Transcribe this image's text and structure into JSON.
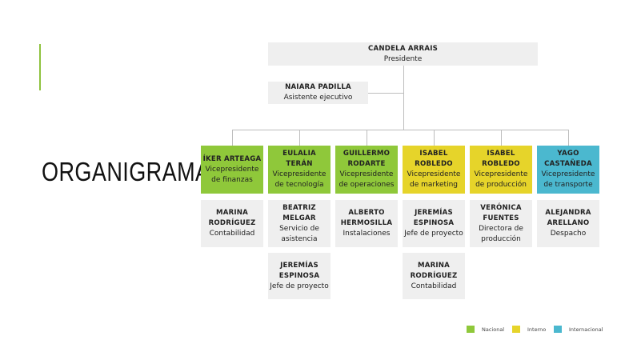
{
  "slide": {
    "title": "ORGANIGRAMA"
  },
  "colors": {
    "nacional": "#8fc83a",
    "interno": "#e6d42a",
    "internacional": "#4bb8cf",
    "gray_box": "#efefef",
    "accent": "#8fc23f"
  },
  "president": {
    "name": "CANDELA ARRAIS",
    "role": "Presidente"
  },
  "assistant": {
    "name": "NAIARA PADILLA",
    "role": "Asistente ejecutivo"
  },
  "vps": [
    {
      "name": "ÍKER ARTEAGA",
      "role": "Vicepresidente de finanzas",
      "category": "nacional"
    },
    {
      "name": "EULALIA TERÁN",
      "role": "Vicepresidente de tecnología",
      "category": "nacional"
    },
    {
      "name": "GUILLERMO RODARTE",
      "role": "Vicepresidente de operaciones",
      "category": "nacional"
    },
    {
      "name": "ISABEL ROBLEDO",
      "role": "Vicepresidente de marketing",
      "category": "interno"
    },
    {
      "name": "ISABEL ROBLEDO",
      "role": "Vicepresidente de producción",
      "category": "interno"
    },
    {
      "name": "YAGO CASTAÑEDA",
      "role": "Vicepresidente de transporte",
      "category": "internacional"
    }
  ],
  "staff": [
    [
      {
        "name": "MARINA RODRÍGUEZ",
        "role": "Contabilidad"
      }
    ],
    [
      {
        "name": "BEATRIZ MELGAR",
        "role": "Servicio de asistencia"
      },
      {
        "name": "JEREMÍAS ESPINOSA",
        "role": "Jefe de proyecto"
      }
    ],
    [
      {
        "name": "ALBERTO HERMOSILLA",
        "role": "Instalaciones"
      }
    ],
    [
      {
        "name": "JEREMÍAS ESPINOSA",
        "role": "Jefe de proyecto"
      },
      {
        "name": "MARINA RODRÍGUEZ",
        "role": "Contabilidad"
      }
    ],
    [
      {
        "name": "VERÓNICA FUENTES",
        "role": "Directora de producción"
      }
    ],
    [
      {
        "name": "ALEJANDRA ARELLANO",
        "role": "Despacho"
      }
    ]
  ],
  "legend": [
    {
      "label": "Nacional",
      "category": "nacional"
    },
    {
      "label": "Interno",
      "category": "interno"
    },
    {
      "label": "Internacional",
      "category": "internacional"
    }
  ]
}
